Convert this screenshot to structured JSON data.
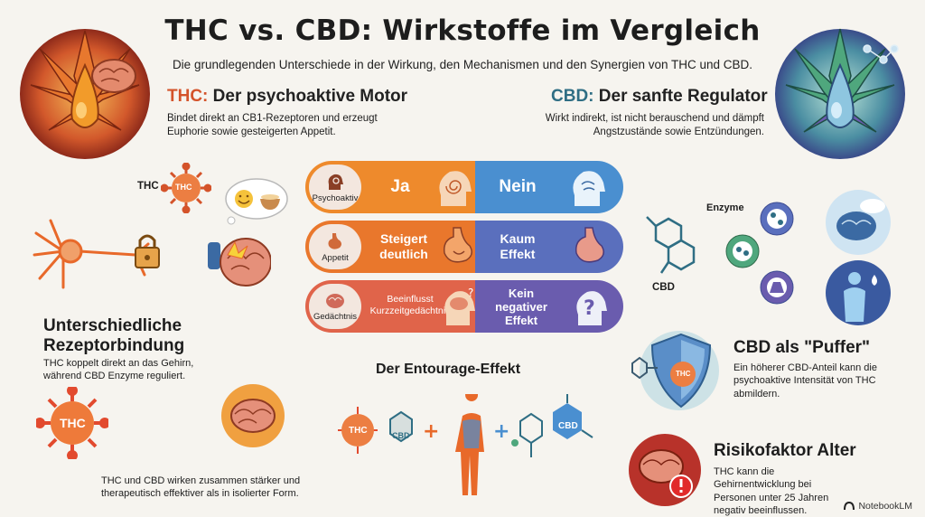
{
  "title": "THC vs. CBD: Wirkstoffe im Vergleich",
  "subtitle": "Die grundlegenden Unterschiede in der Wirkung, den Mechanismen und den Synergien von THC und CBD.",
  "thc_section": {
    "heading_accent": "THC:",
    "heading_rest": " Der psychoaktive Motor",
    "text": "Bindet direkt an CB1-Rezeptoren und erzeugt Euphorie sowie gesteigerten Appetit."
  },
  "cbd_section": {
    "heading_accent": "CBD:",
    "heading_rest": " Der sanfte Regulator",
    "text": "Wirkt indirekt, ist nicht berauschend und dämpft Angstzustände sowie Entzündungen."
  },
  "comparison": [
    {
      "label": "Psychoaktiv",
      "thc": "Ja",
      "cbd": "Nein"
    },
    {
      "label": "Appetit",
      "thc": "Steigert deutlich",
      "cbd": "Kaum Effekt"
    },
    {
      "label": "Gedächtnis",
      "thc": "Beeinflusst Kurzzeitgedächtnis",
      "cbd": "Kein negativer Effekt"
    }
  ],
  "labels": {
    "thc_molecule_label": "THC",
    "thc_virus_text": "THC",
    "enzyme_label": "Enzyme",
    "cbd_molecule_label": "CBD",
    "entourage_thc": "THC",
    "entourage_cbd1": "CBD",
    "entourage_cbd2": "CBD",
    "shield_thc": "THC",
    "big_thc": "THC"
  },
  "receptor": {
    "heading": "Unterschiedliche Rezeptorbindung",
    "text": "THC koppelt direkt an das Gehirn, während CBD Enzyme reguliert."
  },
  "entourage": {
    "heading": "Der Entourage-Effekt",
    "text": "THC und CBD wirken zusammen stärker und therapeutisch effektiver als in isolierter Form."
  },
  "puffer": {
    "heading": "CBD als \"Puffer\"",
    "text": "Ein höherer CBD-Anteil kann die psychoaktive Intensität von THC abmildern."
  },
  "risk": {
    "heading": "Risikofaktor Alter",
    "text": "THC kann die Gehirnentwicklung bei Personen unter 25 Jahren negativ beeinflussen."
  },
  "footer": "NotebookLM",
  "colors": {
    "thc_accent": "#d4532a",
    "cbd_accent": "#2f6e84",
    "row1_thc": "#ee8a2c",
    "row1_cbd": "#4a8fd0",
    "row2_thc": "#e9772c",
    "row2_cbd": "#5a6fbd",
    "row3_thc": "#e0644a",
    "row3_cbd": "#6a5cae"
  }
}
